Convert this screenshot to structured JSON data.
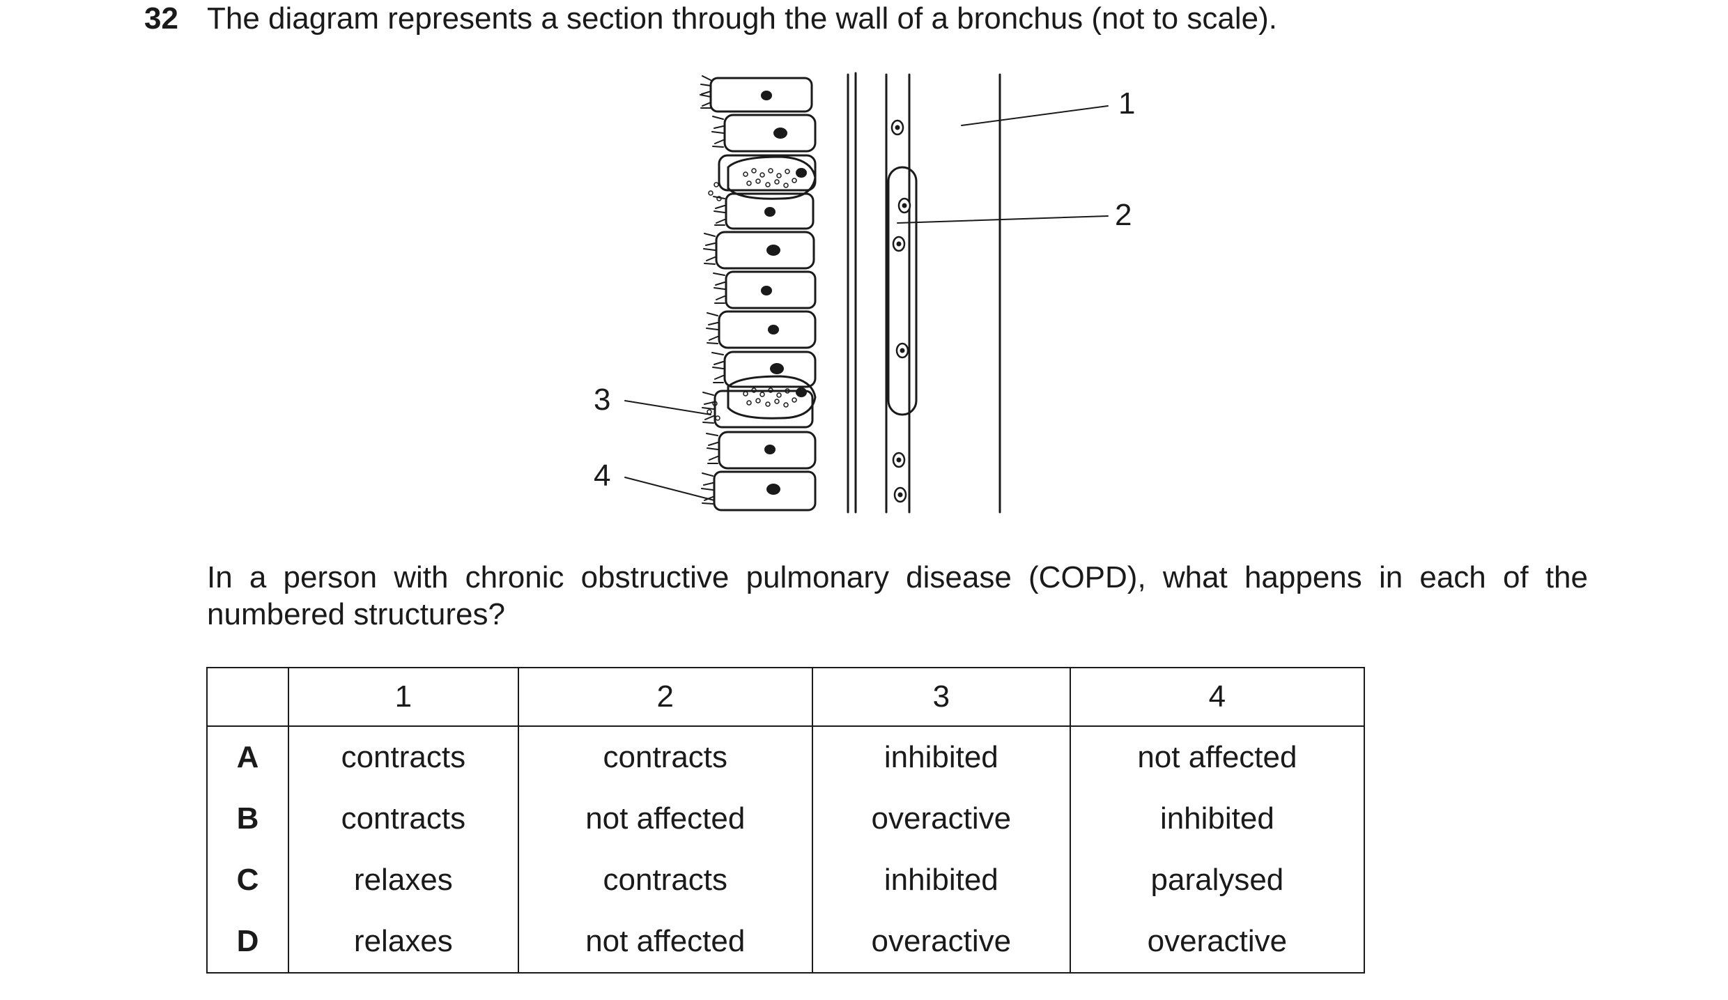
{
  "question": {
    "number": "32",
    "text": "The diagram represents a section through the wall of a bronchus (not to scale).",
    "prompt": "In a person with chronic obstructive pulmonary disease (COPD), what happens in each of the numbered structures?"
  },
  "diagram": {
    "labels": [
      "1",
      "2",
      "3",
      "4"
    ]
  },
  "table": {
    "headers": [
      "",
      "1",
      "2",
      "3",
      "4"
    ],
    "rows": [
      {
        "letter": "A",
        "cells": [
          "contracts",
          "contracts",
          "inhibited",
          "not affected"
        ]
      },
      {
        "letter": "B",
        "cells": [
          "contracts",
          "not affected",
          "overactive",
          "inhibited"
        ]
      },
      {
        "letter": "C",
        "cells": [
          "relaxes",
          "contracts",
          "inhibited",
          "paralysed"
        ]
      },
      {
        "letter": "D",
        "cells": [
          "relaxes",
          "not affected",
          "overactive",
          "overactive"
        ]
      }
    ]
  }
}
